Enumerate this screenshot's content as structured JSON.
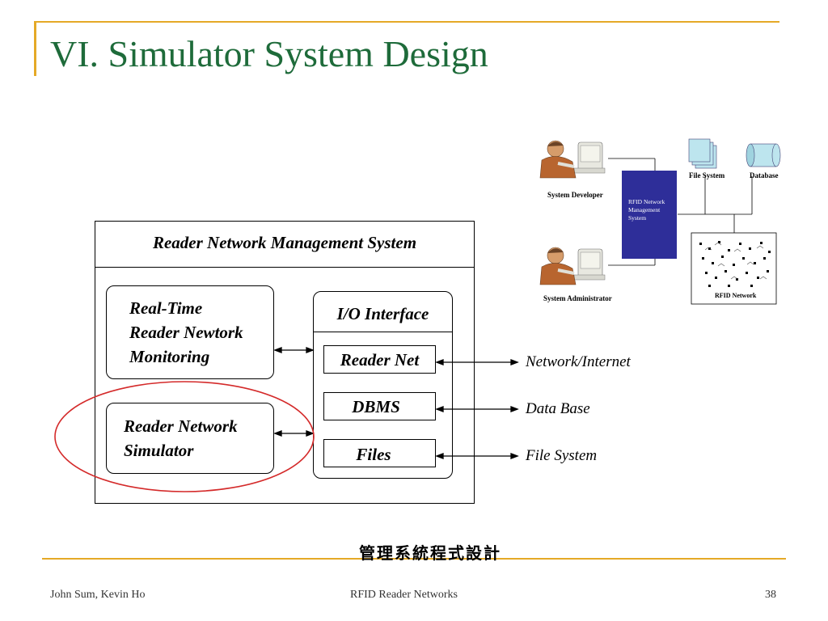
{
  "slide": {
    "title": "VI. Simulator System Design",
    "footer_left": "John Sum, Kevin Ho",
    "footer_center": "RFID Reader Networks",
    "page_number": "38",
    "caption_chinese": "管理系統程式設計"
  },
  "main_diagram": {
    "system_title": "Reader Network Management System",
    "monitoring_lines": [
      "Real-Time",
      "Reader Newtork",
      "Monitoring"
    ],
    "simulator_lines": [
      "Reader Network",
      "Simulator"
    ],
    "io_interface": "I/O Interface",
    "reader_net": "Reader Net",
    "dbms": "DBMS",
    "files": "Files",
    "ext_network": "Network/Internet",
    "ext_database": "Data Base",
    "ext_filesystem": "File System"
  },
  "mini_diagram": {
    "developer": "System Developer",
    "administrator": "System Administrator",
    "center_lines": [
      "RFID Network",
      "Management",
      "System"
    ],
    "file_system": "File System",
    "database": "Database",
    "rfid_network": "RFID Network"
  },
  "colors": {
    "accent": "#E5A927",
    "title": "#1E6B3A",
    "center_box": "#2E2E99",
    "highlight_ellipse": "#D42A2A"
  }
}
